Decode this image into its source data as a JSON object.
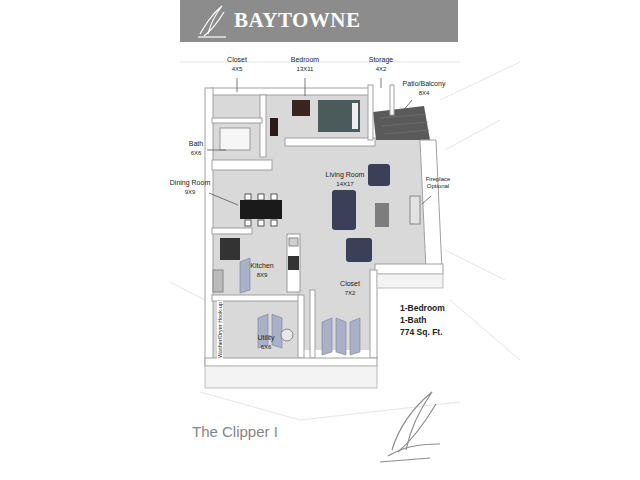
{
  "diagram": {
    "title": "BAYTOWNE",
    "caption": "The Clipper I",
    "labels": [
      "Closet",
      "4X5",
      "Bedroom",
      "13X11",
      "Storage",
      "4X2",
      "Patio/Balcony",
      "8X4",
      "Bath",
      "6X6",
      "Dining Room",
      "9X9",
      "Living Room",
      "14X17",
      "Fireplace Optional",
      "Kitchen",
      "8X9",
      "Closet",
      "7X2",
      "Utility",
      "6X6",
      "Washer/Dryer Hook-up",
      "1-Bedroom",
      "1-Bath",
      "774 Sq. Ft."
    ]
  }
}
